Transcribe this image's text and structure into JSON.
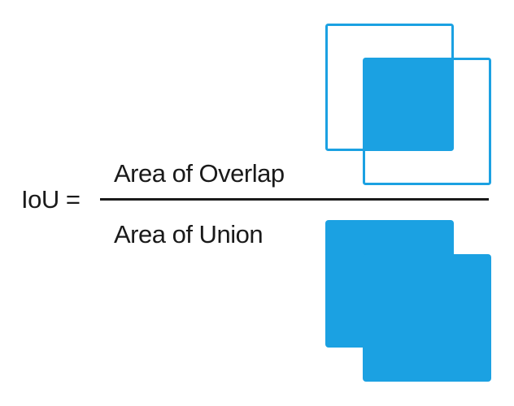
{
  "equation": {
    "lhs": "IoU =",
    "numerator": "Area of Overlap",
    "denominator": "Area of Union"
  },
  "colors": {
    "box": "#1ba1e2",
    "text": "#1a1a1a"
  }
}
